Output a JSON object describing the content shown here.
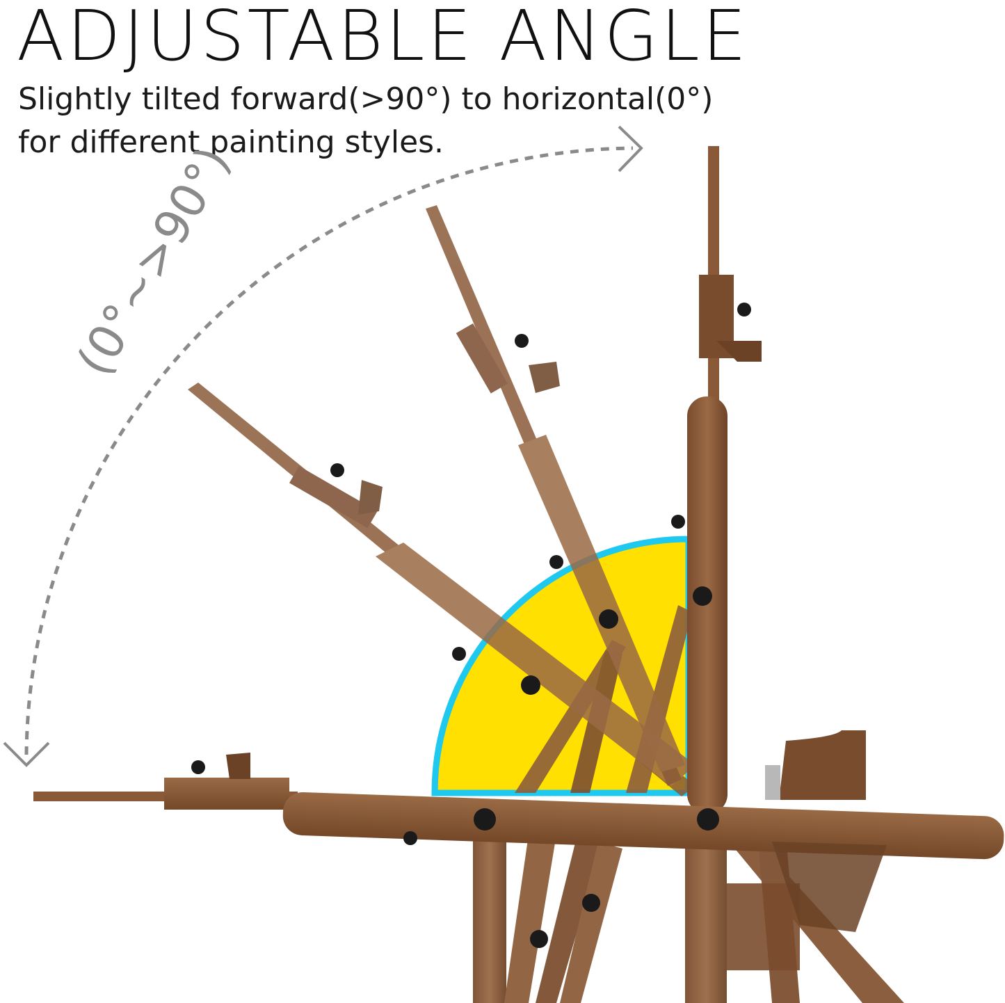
{
  "heading": "ADJUSTABLE ANGLE",
  "description_line1": "Slightly tilted forward(>90°) to horizontal(0°)",
  "description_line2": "for different painting styles.",
  "angle_range_label": "(0°~>90°)",
  "colors": {
    "wood": "#8a5a38",
    "wood_dark": "#6b4226",
    "highlight_fill": "#ffe000",
    "highlight_edge": "#1ec8ef",
    "arc_dash": "#8a8a8a",
    "knob": "#1a1a1a"
  },
  "icons": [
    "arrow-head-icon",
    "knob-icon"
  ]
}
